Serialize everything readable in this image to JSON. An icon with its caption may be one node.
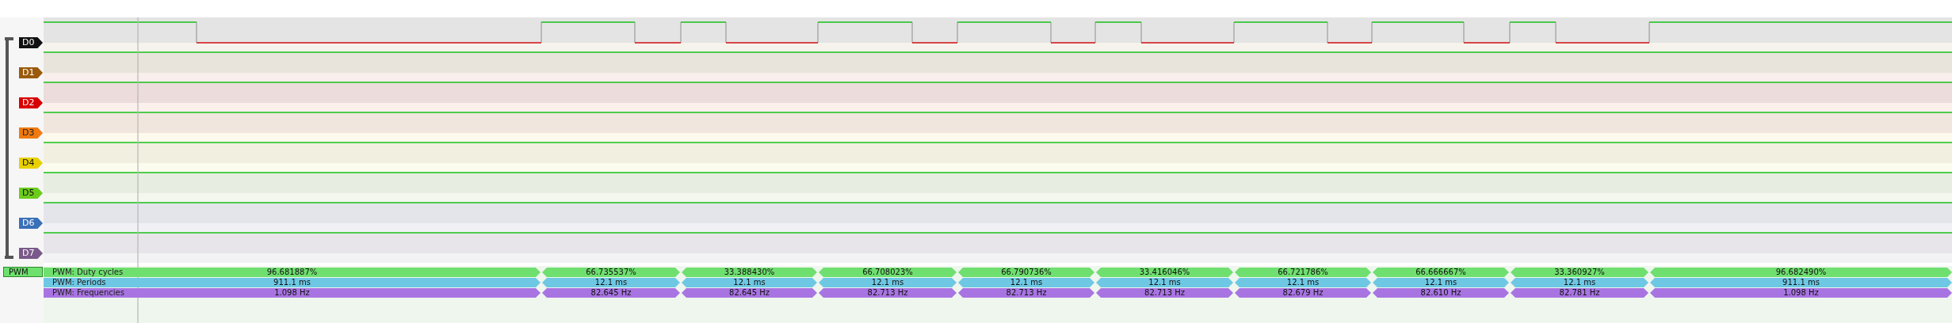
{
  "diagram": {
    "labels": [
      "D0",
      "D1",
      "D2",
      "D3",
      "D4",
      "D5",
      "D6",
      "D7",
      "PWM",
      "PWM: Duty cycles",
      "96.681887%",
      "66.735537%",
      "33.388430%",
      "66.708023%",
      "66.790736%",
      "33.416046%",
      "66.721786%",
      "66.666667%",
      "33.360927%",
      "96.682490%",
      "PWM: Periods",
      "911.1 ms",
      "12.1 ms",
      "12.1 ms",
      "12.1 ms",
      "12.1 ms",
      "12.1 ms",
      "12.1 ms",
      "12.1 ms",
      "12.1 ms",
      "911.1 ms",
      "PWM: Frequencies",
      "1.098 Hz",
      "82.645 Hz",
      "82.645 Hz",
      "82.713 Hz",
      "82.713 Hz",
      "82.713 Hz",
      "82.679 Hz",
      "82.610 Hz",
      "82.781 Hz",
      "1.098 Hz"
    ]
  }
}
